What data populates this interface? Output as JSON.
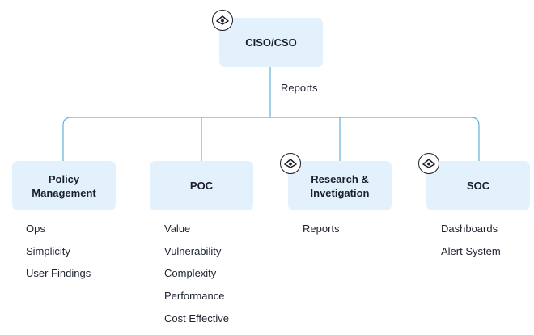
{
  "root": {
    "label": "CISO/CSO",
    "badge_icon": "eye-badge-icon"
  },
  "edge_label": "Reports",
  "columns": [
    {
      "title": [
        "Policy",
        "Management"
      ],
      "has_badge": false,
      "items": [
        "Ops",
        "Simplicity",
        "User Findings"
      ]
    },
    {
      "title": [
        "POC"
      ],
      "has_badge": false,
      "items": [
        "Value",
        "Vulnerability",
        "Complexity",
        "Performance",
        "Cost Effective"
      ]
    },
    {
      "title": [
        "Research &",
        "Invetigation"
      ],
      "has_badge": true,
      "items": [
        "Reports"
      ]
    },
    {
      "title": [
        "SOC"
      ],
      "has_badge": true,
      "items": [
        "Dashboards",
        "Alert System"
      ]
    }
  ],
  "colors": {
    "box_fill": "#e2f1fb",
    "connector": "#5fb2e0",
    "text": "#1d2230"
  }
}
